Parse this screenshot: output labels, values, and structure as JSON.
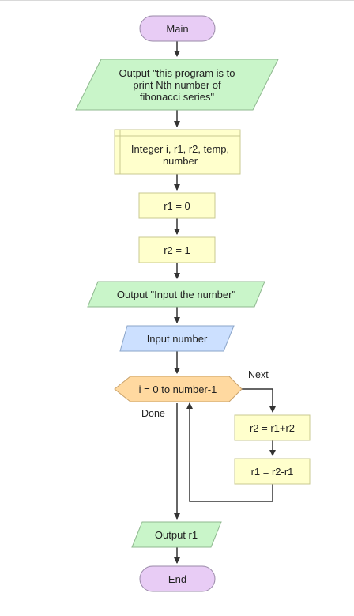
{
  "flowchart": {
    "main": "Main",
    "output_intro": "Output \"this program is to\nprint Nth number of\nfibonacci series\"",
    "declare": "Integer i, r1, r2, temp,\nnumber",
    "assign_r1": "r1 = 0",
    "assign_r2": "r2 = 1",
    "output_prompt": "Output \"Input the number\"",
    "input": "Input number",
    "loop": "i = 0 to number-1",
    "next_label": "Next",
    "done_label": "Done",
    "body_r2": "r2 = r1+r2",
    "body_r1": "r1 = r2-r1",
    "output_result": "Output r1",
    "end": "End"
  },
  "colors": {
    "terminal_fill": "#e8ccf5",
    "output_fill": "#c9f5c9",
    "declare_fill": "#ffffcc",
    "process_fill": "#ffffcc",
    "input_fill": "#cce0ff",
    "loop_fill": "#ffd9a0",
    "stroke": "#999999",
    "arrow": "#333333"
  }
}
